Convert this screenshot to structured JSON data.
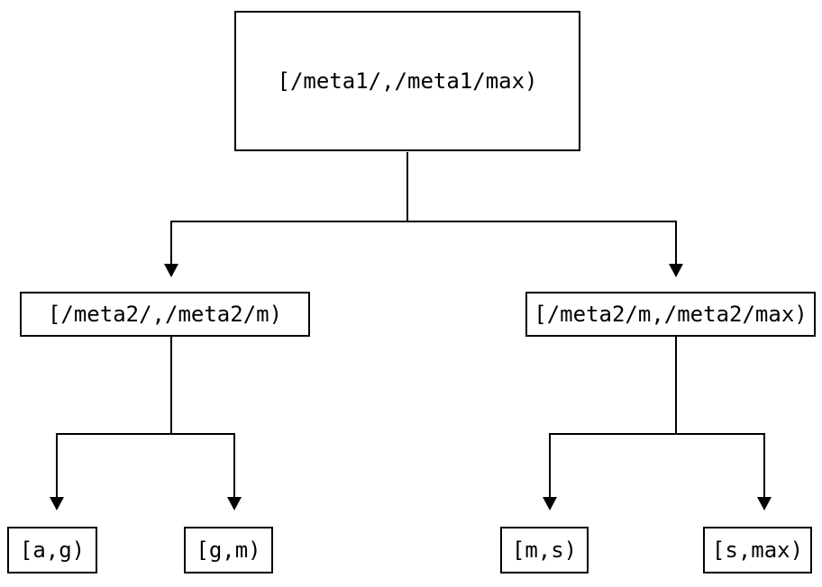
{
  "diagram": {
    "nodes": {
      "root": {
        "label": "[/meta1/,/meta1/max)"
      },
      "meta2_left": {
        "label": "[/meta2/,/meta2/m)"
      },
      "meta2_right": {
        "label": "[/meta2/m,/meta2/max)"
      },
      "leaf_ag": {
        "label": "[a,g)"
      },
      "leaf_gm": {
        "label": "[g,m)"
      },
      "leaf_ms": {
        "label": "[m,s)"
      },
      "leaf_smax": {
        "label": "[s,max)"
      }
    },
    "colors": {
      "line": "#000000",
      "box_border": "#000000",
      "text": "#000000",
      "background": "#ffffff"
    }
  }
}
